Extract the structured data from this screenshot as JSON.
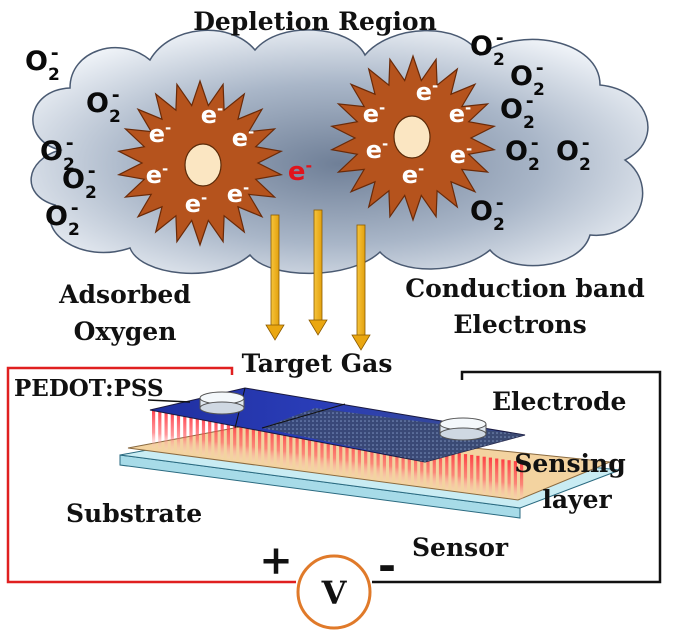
{
  "title": "Depletion Region",
  "labels": {
    "adsorbed_oxygen_line1": "Adsorbed",
    "adsorbed_oxygen_line2": "Oxygen",
    "conduction_band_line1": "Conduction band",
    "conduction_band_line2": "Electrons",
    "target_gas": "Target Gas",
    "pedot_pss": "PEDOT:PSS",
    "electrode": "Electrode",
    "sensing_layer_line1": "Sensing",
    "sensing_layer_line2": "layer",
    "substrate": "Substrate",
    "sensor": "Sensor",
    "plus": "+",
    "minus": "-",
    "voltmeter": "V"
  },
  "oxygen_species": {
    "base": "O",
    "subscript": "2",
    "charge": "-"
  },
  "electron": {
    "symbol": "e",
    "charge": "-"
  },
  "colors": {
    "grain": "#b5531d",
    "grain_core": "#fbe6c2",
    "arrow": "#f0b318",
    "free_electron": "#e0141c",
    "cloud": "#7b8da6",
    "circuit_left": "#e02020",
    "circuit_right": "#111111",
    "electrode_pad": "#2434a8",
    "sensing_fill": "#ff2f3a",
    "substrate_top": "#f3d3a0",
    "substrate_side": "#a7dbe8",
    "voltmeter_ring": "#e07a2a"
  }
}
